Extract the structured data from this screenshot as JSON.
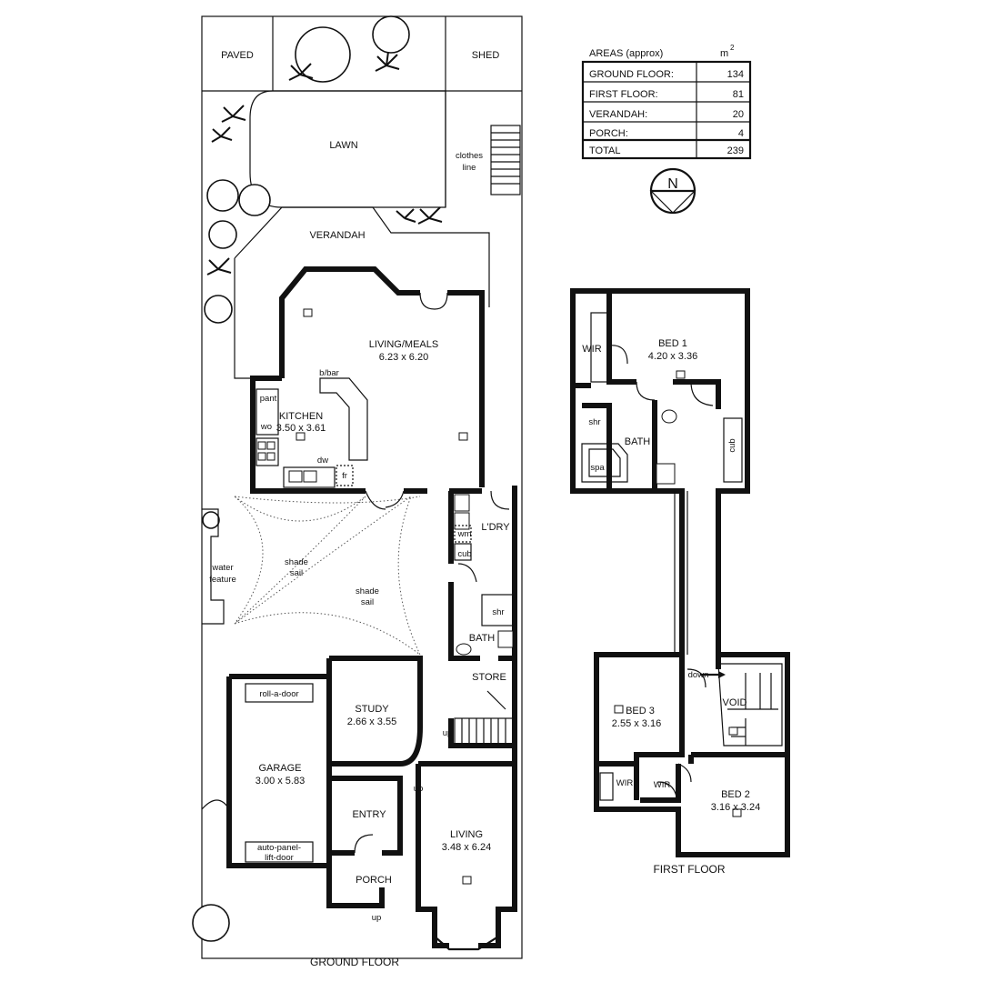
{
  "plan": {
    "ground_floor_title": "GROUND FLOOR",
    "first_floor_title": "FIRST FLOOR",
    "north_label": "N"
  },
  "areas": {
    "header": "AREAS (approx)",
    "unit": "m",
    "unit_sup": "2",
    "rows": [
      {
        "label": "GROUND FLOOR:",
        "value": "134"
      },
      {
        "label": "FIRST FLOOR:",
        "value": "81"
      },
      {
        "label": "VERANDAH:",
        "value": "20"
      },
      {
        "label": "PORCH:",
        "value": "4"
      }
    ],
    "total_label": "TOTAL",
    "total_value": "239"
  },
  "ground": {
    "paved": "PAVED",
    "shed": "SHED",
    "lawn": "LAWN",
    "clothes_1": "clothes",
    "clothes_2": "line",
    "verandah": "VERANDAH",
    "living_meals": "LIVING/MEALS",
    "living_meals_dim": "6.23 x 6.20",
    "bbar": "b/bar",
    "pant": "pant",
    "kitchen": "KITCHEN",
    "kitchen_dim": "3.50 x 3.61",
    "wo": "wo",
    "dw": "dw",
    "fr": "fr",
    "water_1": "water",
    "water_2": "feature",
    "shade_sail_1a": "shade",
    "shade_sail_1b": "sail",
    "shade_sail_2a": "shade",
    "shade_sail_2b": "sail",
    "ldry": "L'DRY",
    "wm": "wm",
    "cub": "cub",
    "shr": "shr",
    "bath": "BATH",
    "store": "STORE",
    "up_stairs": "up",
    "study": "STUDY",
    "study_dim": "2.66 x 3.55",
    "roll_a_door": "roll-a-door",
    "garage": "GARAGE",
    "garage_dim": "3.00 x 5.83",
    "auto_panel_1": "auto-panel-",
    "auto_panel_2": "lift-door",
    "entry": "ENTRY",
    "up_entry": "up",
    "living": "LIVING",
    "living_dim": "3.48 x 6.24",
    "porch": "PORCH",
    "up_porch": "up"
  },
  "first": {
    "wir1": "WIR",
    "bed1": "BED 1",
    "bed1_dim": "4.20 x 3.36",
    "shr": "shr",
    "bath": "BATH",
    "spa": "spa",
    "cub": "cub",
    "down": "down",
    "bed3": "BED 3",
    "bed3_dim": "2.55 x 3.16",
    "void": "VOID",
    "wir2": "WIR",
    "wir3": "WIR",
    "bed2": "BED 2",
    "bed2_dim": "3.16 x 3.24"
  }
}
